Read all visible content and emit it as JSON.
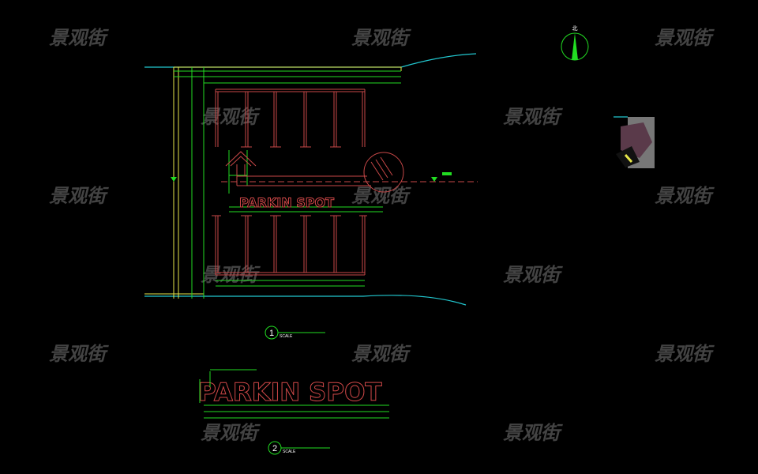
{
  "drawing": {
    "plan_sign_text": "PARKIN SPOT",
    "detail_sign_text": "PARKIN SPOT",
    "view1": {
      "number": "1",
      "scale_label": "SCALE"
    },
    "view2": {
      "number": "2",
      "scale_label": "SCALE"
    },
    "north_label": "北",
    "watermark": "景观街"
  },
  "colors": {
    "background": "#000000",
    "dimension": "#22dd22",
    "outline": "#c84848",
    "boundary": "#e6e64a",
    "road": "#22c8d0"
  }
}
